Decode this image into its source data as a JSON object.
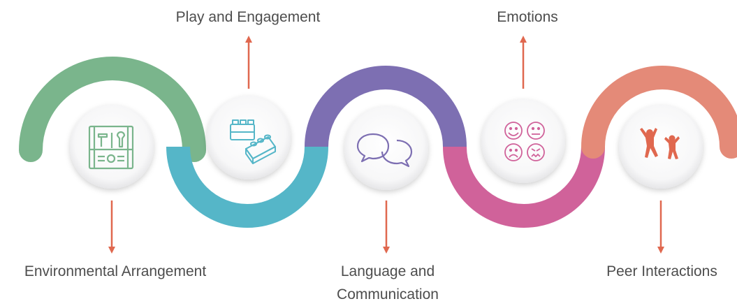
{
  "steps": [
    {
      "label": "Environmental Arrangement",
      "icon": "toolbox-icon",
      "color": "#7ab58c",
      "icon_color": "#7ab58c"
    },
    {
      "label": "Play and Engagement",
      "icon": "building-blocks-icon",
      "color": "#55b6c8",
      "icon_color": "#55b6c8"
    },
    {
      "label": "Language and Communication",
      "icon": "speech-bubbles-icon",
      "color": "#7d6fb2",
      "icon_color": "#7d6fb2"
    },
    {
      "label": "Emotions",
      "icon": "emotion-faces-icon",
      "color": "#d0629a",
      "icon_color": "#d0629a"
    },
    {
      "label": "Peer Interactions",
      "icon": "children-playing-icon",
      "color": "#e48a78",
      "icon_color": "#e0684f"
    }
  ],
  "arrow_color": "#e0684f"
}
